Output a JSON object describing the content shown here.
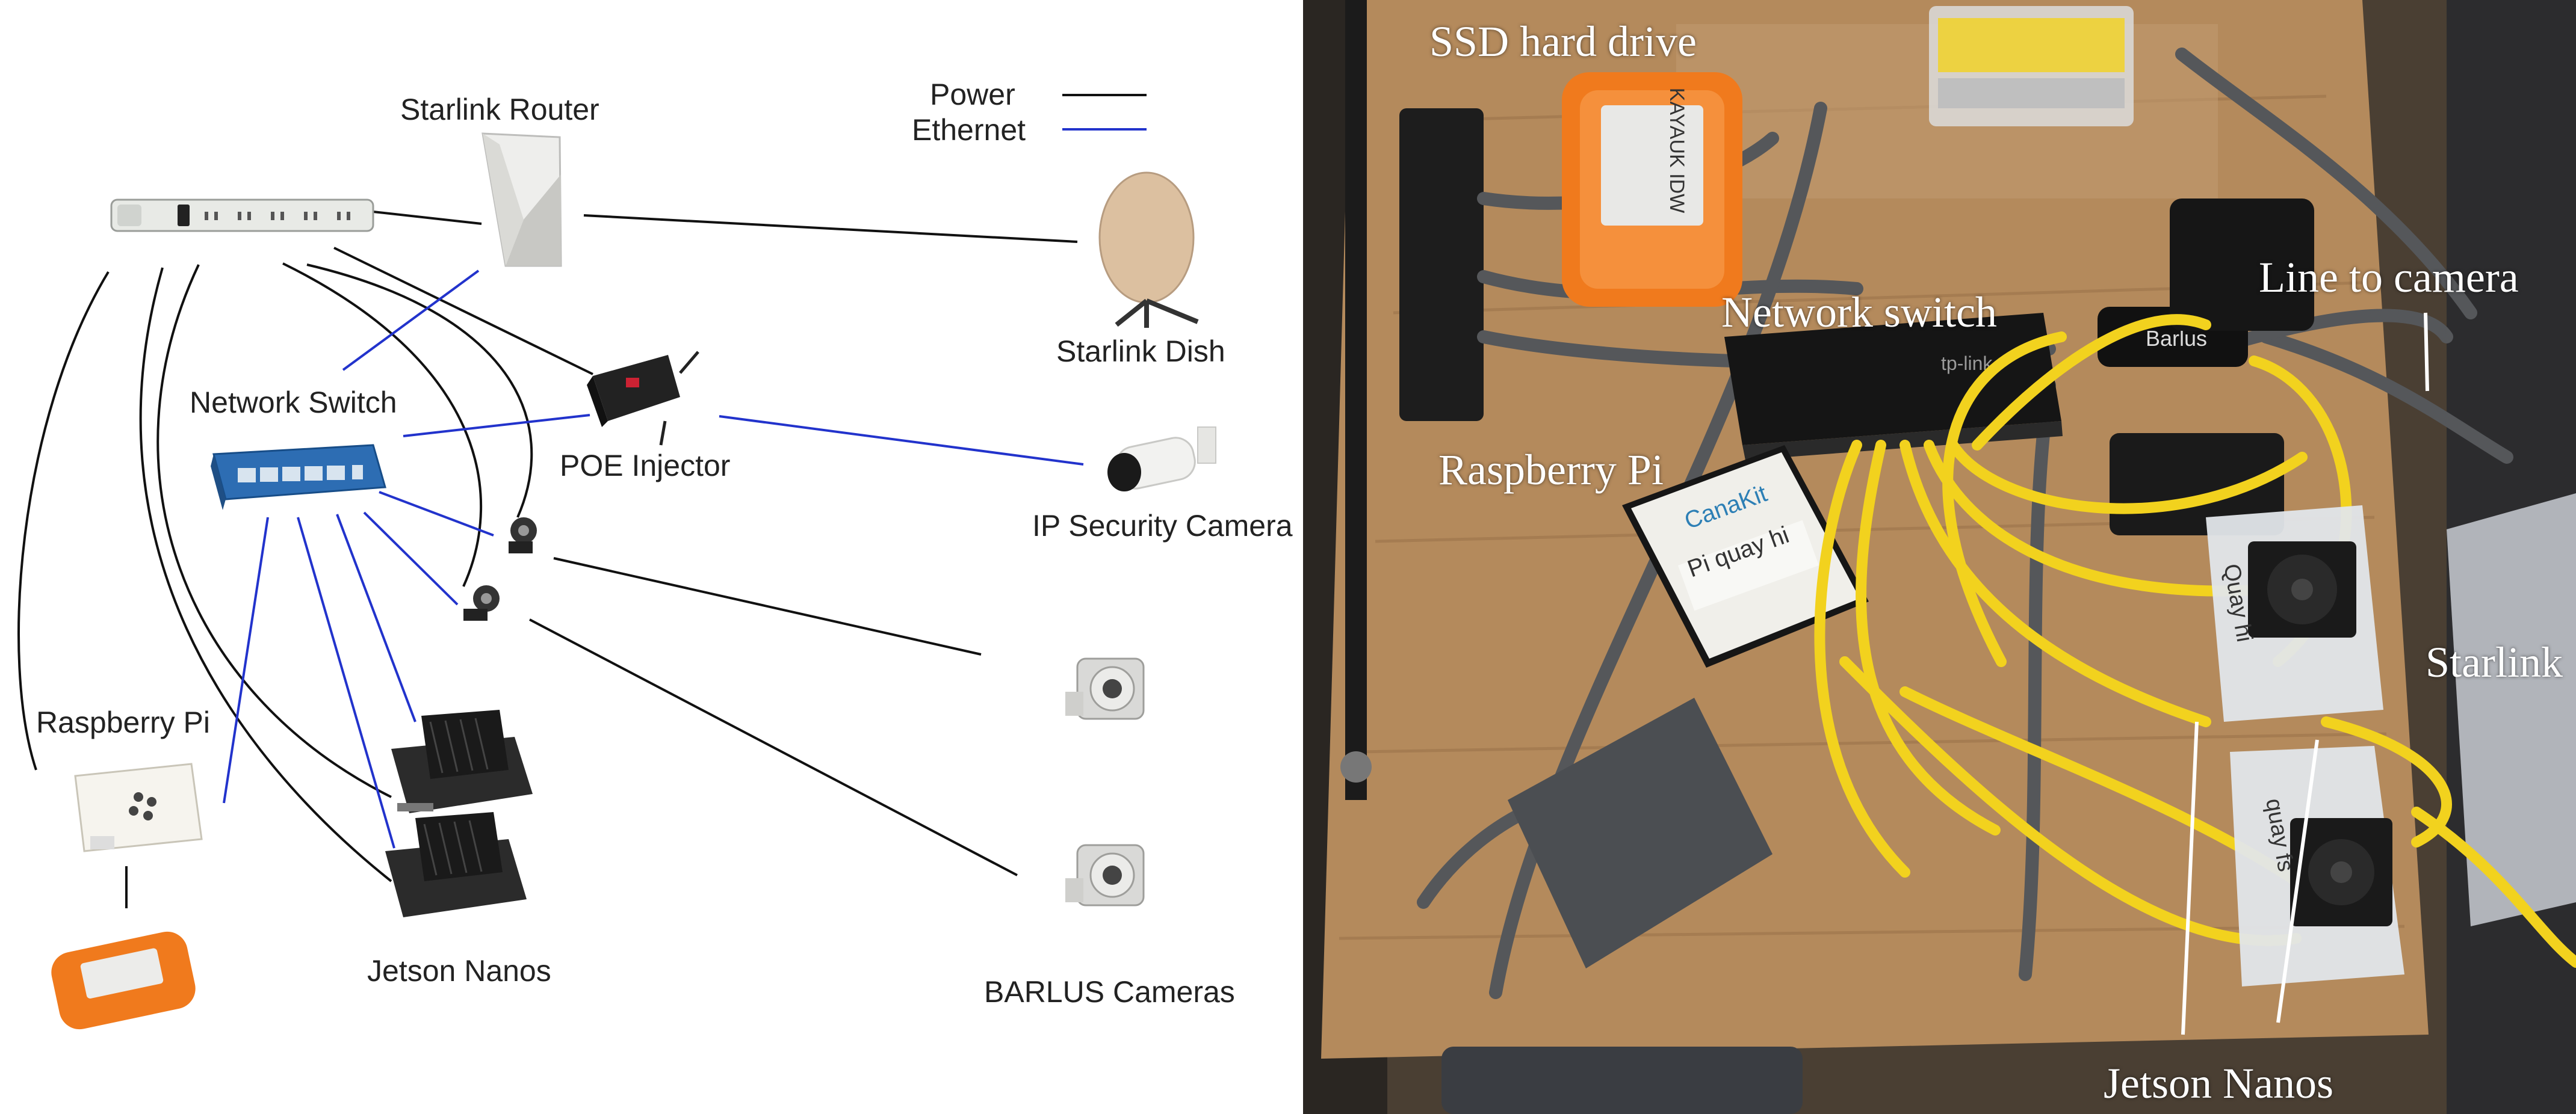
{
  "diagram": {
    "legend": {
      "power": "Power",
      "ethernet": "Ethernet",
      "power_color": "#111111",
      "ethernet_color": "#2233cc"
    },
    "labels": {
      "starlink_router": "Starlink Router",
      "starlink_dish": "Starlink Dish",
      "network_switch": "Network Switch",
      "poe_injector": "POE Injector",
      "ip_camera": "IP Security Camera",
      "raspberry_pi": "Raspberry Pi",
      "jetson_nanos": "Jetson Nanos",
      "barlus_cameras": "BARLUS Cameras"
    }
  },
  "photo": {
    "labels": {
      "ssd": "SSD hard drive",
      "network_switch": "Network switch",
      "line_to_camera": "Line to camera",
      "raspberry_pi": "Raspberry Pi",
      "starlink": "Starlink",
      "jetson_nanos": "Jetson Nanos"
    },
    "device_text": {
      "ssd_tape": "KAYAUK IDW",
      "canakit": "CanaKit",
      "pi_tape": "Pi quay hi",
      "barlus": "Barlus",
      "jetson1_tape": "Quay hi",
      "jetson2_tape": "quay fs"
    },
    "colors": {
      "wood": "#b48a5c",
      "cable_yellow": "#f2d21e",
      "cable_grey": "#55575a",
      "ssd_orange": "#f07a1d"
    }
  }
}
